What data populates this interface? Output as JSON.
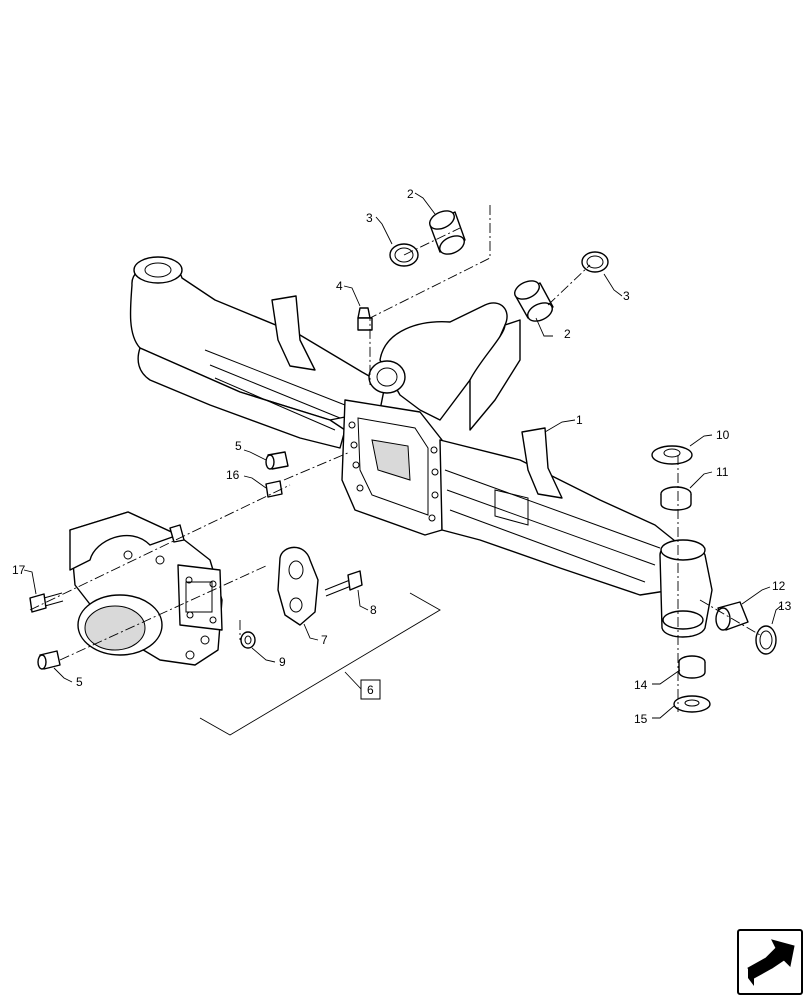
{
  "callouts": {
    "c1": "1",
    "c2a": "2",
    "c2b": "2",
    "c3a": "3",
    "c3b": "3",
    "c4": "4",
    "c5a": "5",
    "c5b": "5",
    "c6": "6",
    "c7": "7",
    "c8": "8",
    "c9": "9",
    "c10": "10",
    "c11": "11",
    "c12": "12",
    "c13": "13",
    "c14": "14",
    "c15": "15",
    "c16": "16",
    "c17": "17"
  },
  "navigation": {
    "icon": "next-page-arrow-icon"
  }
}
